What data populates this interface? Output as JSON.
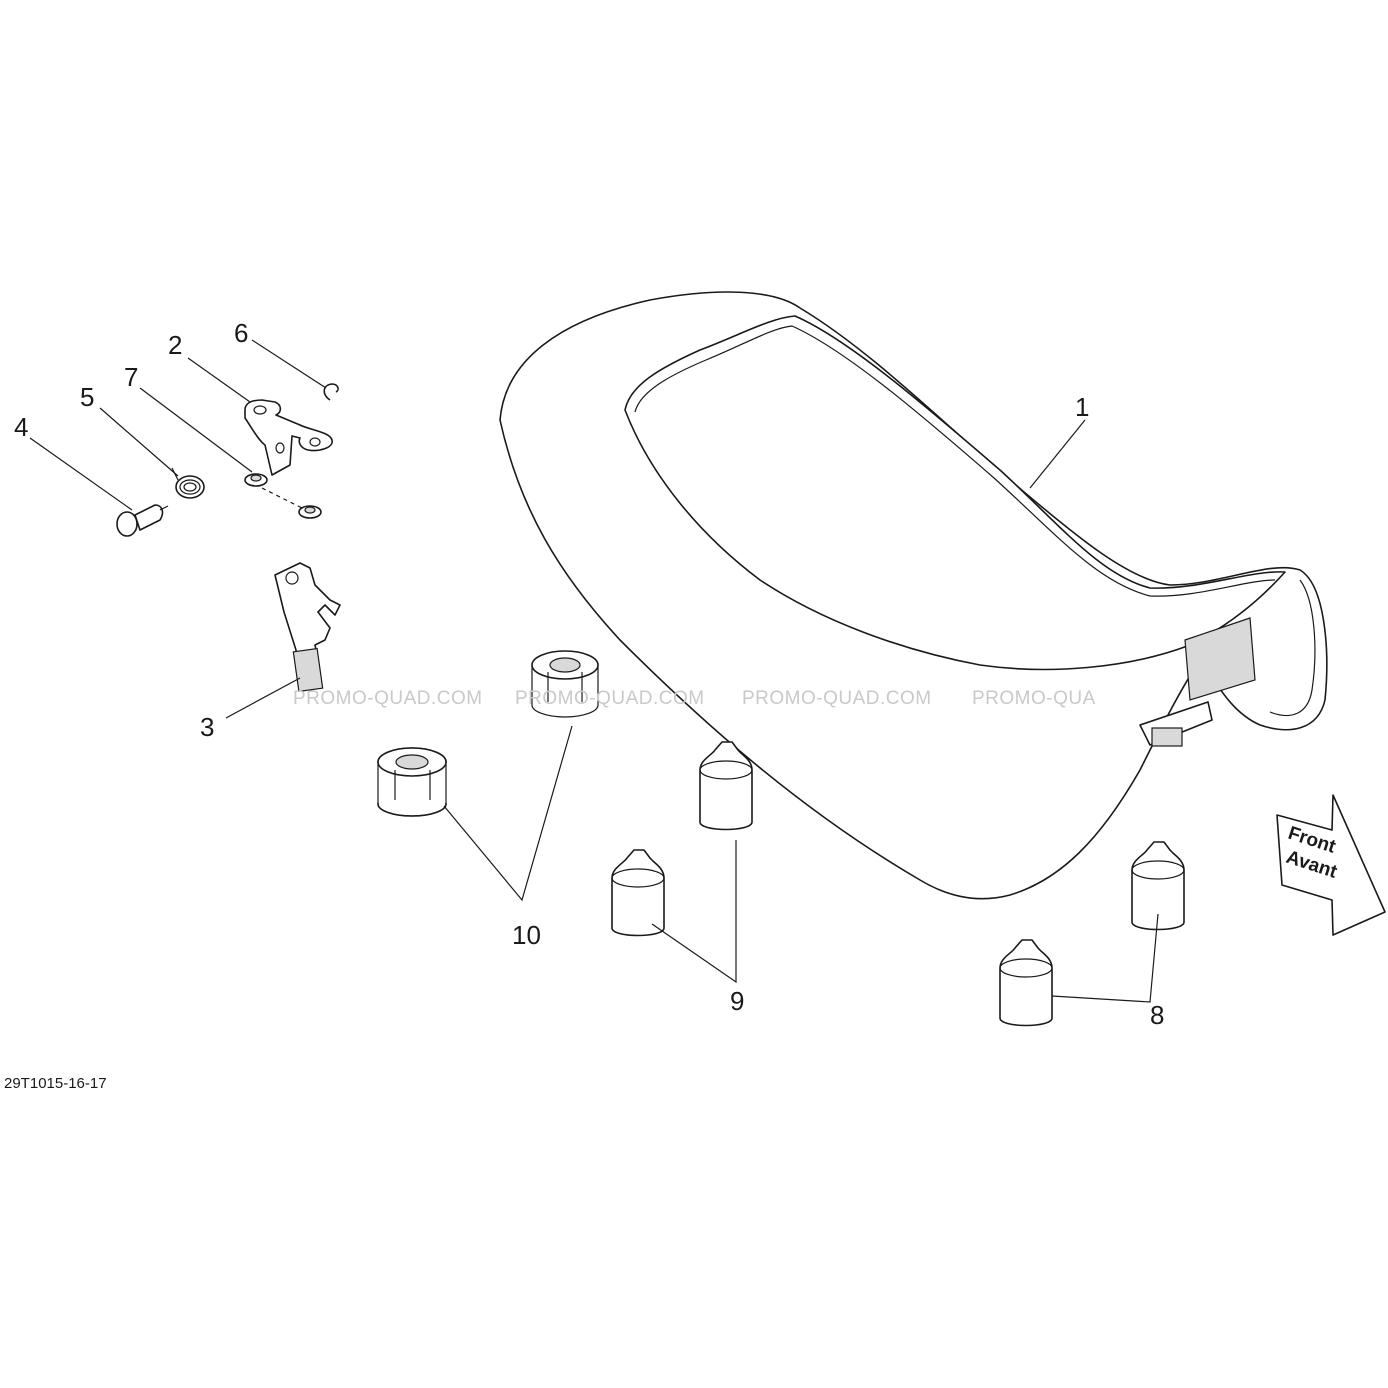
{
  "callouts": {
    "c1": "1",
    "c2": "2",
    "c3": "3",
    "c4": "4",
    "c5": "5",
    "c6": "6",
    "c7": "7",
    "c8": "8",
    "c9": "9",
    "c10": "10"
  },
  "diagram_code": "29T1015-16-17",
  "watermarks": [
    "PROMO-QUAD.COM",
    "PROMO-QUAD.COM",
    "PROMO-QUAD.COM",
    "PROMO-QUA"
  ],
  "direction_arrow": {
    "line1": "Front",
    "line2": "Avant"
  }
}
